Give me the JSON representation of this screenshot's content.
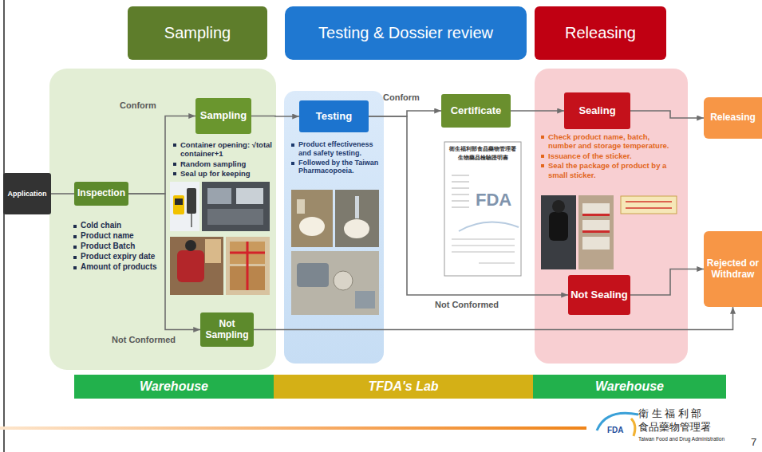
{
  "diagram": {
    "nodes": [
      {
        "text": [
          "Sampling"
        ]
      },
      {
        "text": [
          "Testing & Dossier review"
        ]
      },
      {
        "text": [
          "Releasing"
        ]
      },
      {
        "text": [
          "Application"
        ]
      },
      {
        "text": [
          "Inspection"
        ]
      },
      {
        "text": [
          "Sampling"
        ]
      },
      {
        "text": [
          "Not Sampling"
        ]
      },
      {
        "text": [
          "Testing"
        ]
      },
      {
        "text": [
          "Certificate"
        ]
      },
      {
        "text": [
          "Sealing"
        ]
      },
      {
        "text": [
          "Not Sealing"
        ]
      },
      {
        "text": [
          "Releasing"
        ]
      },
      {
        "text": [
          "Rejected or Withdraw"
        ]
      },
      {
        "text": [
          "Warehouse"
        ]
      },
      {
        "text": [
          "TFDA's Lab"
        ]
      },
      {
        "text": [
          "Warehouse"
        ]
      }
    ],
    "edges": [
      {
        "from": 3,
        "to": 4,
        "arrow": "none"
      },
      {
        "from": 4,
        "to": 5,
        "label": "Conform",
        "arrow": "to"
      },
      {
        "from": 4,
        "to": 6,
        "label": "Not Conformed",
        "arrow": "to"
      },
      {
        "from": 5,
        "to": 7,
        "arrow": "to"
      },
      {
        "from": 7,
        "to": 8,
        "label": "Conform",
        "arrow": "to"
      },
      {
        "from": 7,
        "to": 10,
        "label": "Not Conformed",
        "arrow": "to"
      },
      {
        "from": 8,
        "to": 9,
        "arrow": "to"
      },
      {
        "from": 9,
        "to": 11,
        "arrow": "to"
      },
      {
        "from": 10,
        "to": 12,
        "arrow": "to"
      },
      {
        "from": 6,
        "to": 12,
        "arrow": "to"
      }
    ],
    "labels": [
      "Cold chain",
      "Product name",
      "Product Batch",
      "Product expiry date",
      "Amount of products",
      "Container opening: √total container+1",
      "Random sampling",
      "Seal up for keeping",
      "Product effectiveness and safety testing.",
      "Followed by the Taiwan Pharmacopoeia.",
      "衛生福利部食品藥物管理署",
      "生物藥品檢驗證明書",
      "FDA",
      "Check product name, batch, number and storage temperature.",
      "Issuance of the sticker.",
      "Seal the package of product by a small sticker.",
      "衛 生 福 利 部",
      "食品藥物管理署",
      "Taiwan Food and Drug Administration",
      "FDA",
      "7"
    ]
  }
}
